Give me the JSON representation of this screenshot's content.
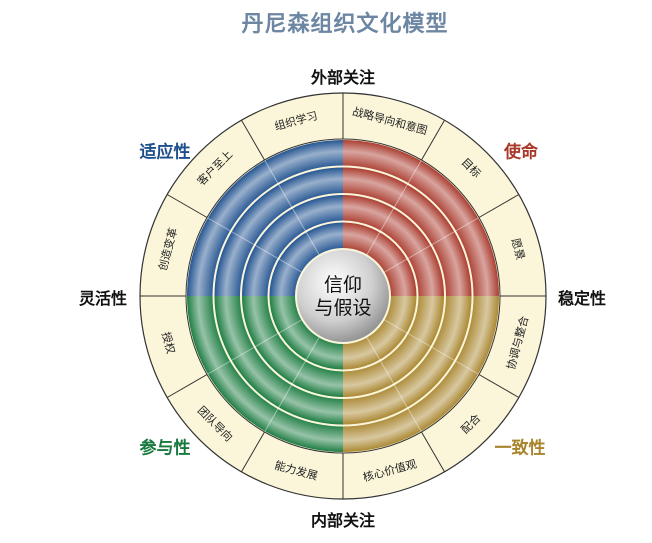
{
  "title": "丹尼森组织文化模型",
  "axes": {
    "top": "外部关注",
    "bottom": "内部关注",
    "left": "灵活性",
    "right": "稳定性"
  },
  "center": {
    "line1": "信仰",
    "line2": "与假设"
  },
  "quadrants": [
    {
      "name": "适应性",
      "color": "#1d4f8e",
      "segments": [
        "组织学习",
        "客户至上",
        "创造变革"
      ]
    },
    {
      "name": "使命",
      "color": "#a8372a",
      "segments": [
        "战略导向和意图",
        "目标",
        "愿景"
      ]
    },
    {
      "name": "一致性",
      "color": "#a8842c",
      "segments": [
        "协调与整合",
        "配合",
        "核心价值观"
      ]
    },
    {
      "name": "参与性",
      "color": "#17793d",
      "segments": [
        "能力发展",
        "团队导向",
        "授权"
      ]
    }
  ]
}
